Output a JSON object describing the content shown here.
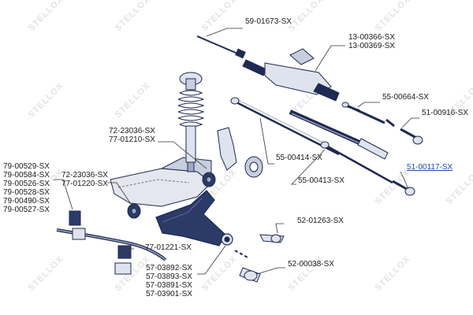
{
  "watermark": {
    "text": "STELLOX"
  },
  "colors": {
    "highlight_part": "#1f4fb0",
    "parts_outline": "#1e2a52",
    "parts_fill": "#dfe3ee",
    "parts_shade": "#9fa8c2"
  },
  "parts": {
    "p_59_01673": "59-01673-SX",
    "p_13_00366": "13-00366-SX",
    "p_13_00369": "13-00369-SX",
    "p_55_00664": "55-00664-SX",
    "p_51_00916": "51-00916-SX",
    "p_72_23036_a": "72-23036-SX",
    "p_77_01210": "77-01210-SX",
    "p_55_00414": "55-00414-SX",
    "p_51_00117": "51-00117-SX",
    "p_55_00413": "55-00413-SX",
    "p_79_00529": "79-00529-SX",
    "p_79_00584": "79-00584-SX",
    "p_79_00526": "79-00526-SX",
    "p_79_00528": "79-00528-SX",
    "p_79_00490": "79-00490-SX",
    "p_79_00527": "79-00527-SX",
    "p_72_23036_b": "72-23036-SX",
    "p_77_01220": "77-01220-SX",
    "p_52_01263": "52-01263-SX",
    "p_77_01221": "77-01221-SX",
    "p_52_00038": "52-00038-SX",
    "p_57_03892": "57-03892-SX",
    "p_57_03893": "57-03893-SX",
    "p_57_03891": "57-03891-SX",
    "p_57_03901": "57-03901-SX"
  }
}
